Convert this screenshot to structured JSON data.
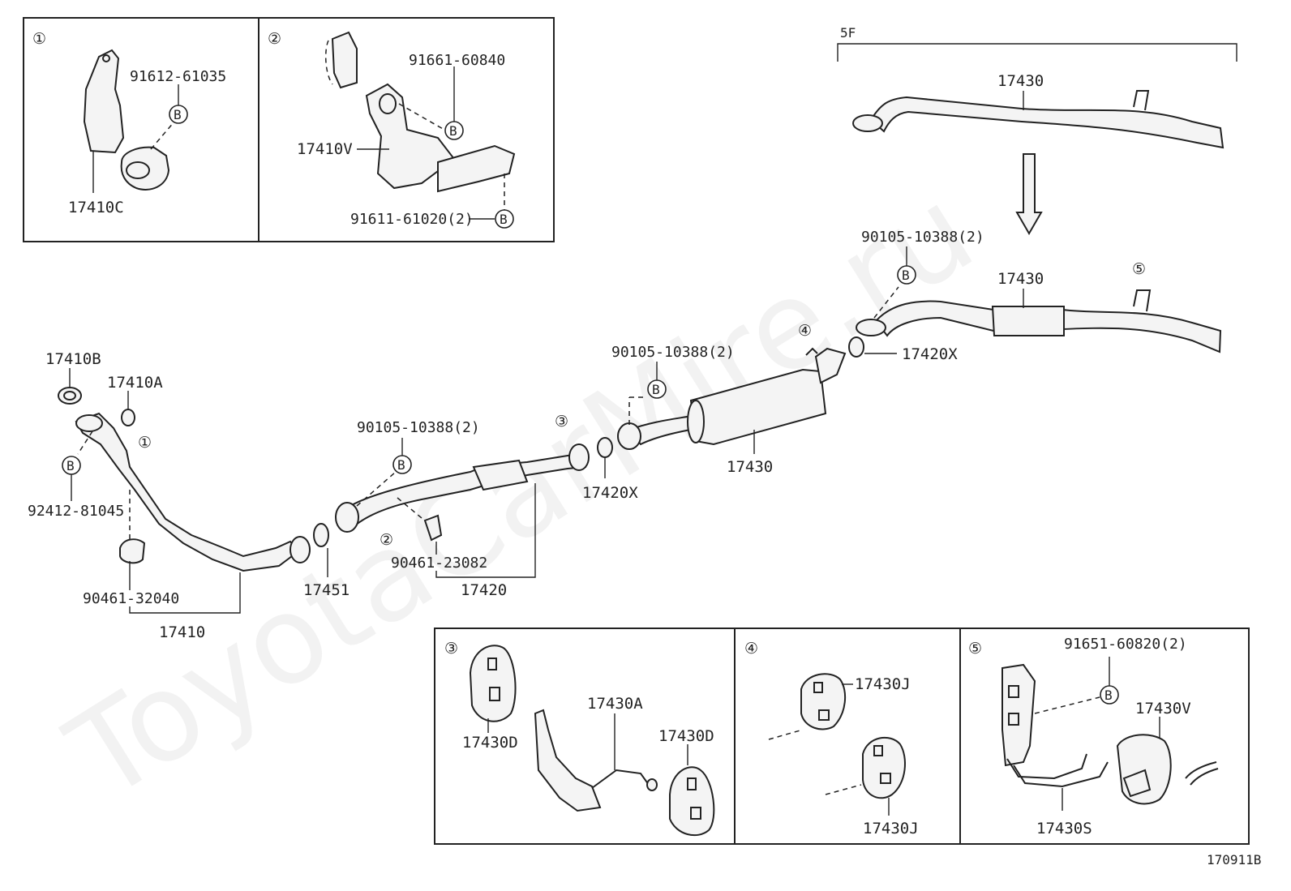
{
  "watermark": "ToyotaCarMire.ru",
  "diagram_id": "170911B",
  "bolt_letter": "B",
  "variant_label": "5F",
  "insets": {
    "one": {
      "num": "①",
      "parts": {
        "bolt": "91612-61035",
        "bracket": "17410C"
      }
    },
    "two": {
      "num": "②",
      "parts": {
        "bolt_top": "91661-60840",
        "bracket": "17410V",
        "bolt_bottom": "91611-61020(2)"
      }
    },
    "three": {
      "num": "③",
      "parts": {
        "hanger_left": "17430D",
        "bracket": "17430A",
        "hanger_right": "17430D"
      }
    },
    "four": {
      "num": "④",
      "parts": {
        "hanger_top": "17430J",
        "hanger_bottom": "17430J"
      }
    },
    "five": {
      "num": "⑤",
      "parts": {
        "bolt": "91651-60820(2)",
        "hanger": "17430V",
        "bracket": "17430S"
      }
    }
  },
  "main": {
    "front_pipe": "17410",
    "front_gasket": "17410B",
    "plug": "17410A",
    "front_bolt": "92412-81045",
    "front_clamp": "90461-32040",
    "gasket_17451": "17451",
    "center_pipe": "17420",
    "center_bolt": "90105-10388(2)",
    "center_clamp": "90461-23082",
    "gasket_a": "17420X",
    "muffler_bolt": "90105-10388(2)",
    "muffler": "17430",
    "gasket_b": "17420X",
    "tail_bolt": "90105-10388(2)",
    "tail": "17430",
    "alt_tail": "17430",
    "callouts": {
      "c1": "①",
      "c2": "②",
      "c3": "③",
      "c4": "④",
      "c5": "⑤"
    }
  }
}
